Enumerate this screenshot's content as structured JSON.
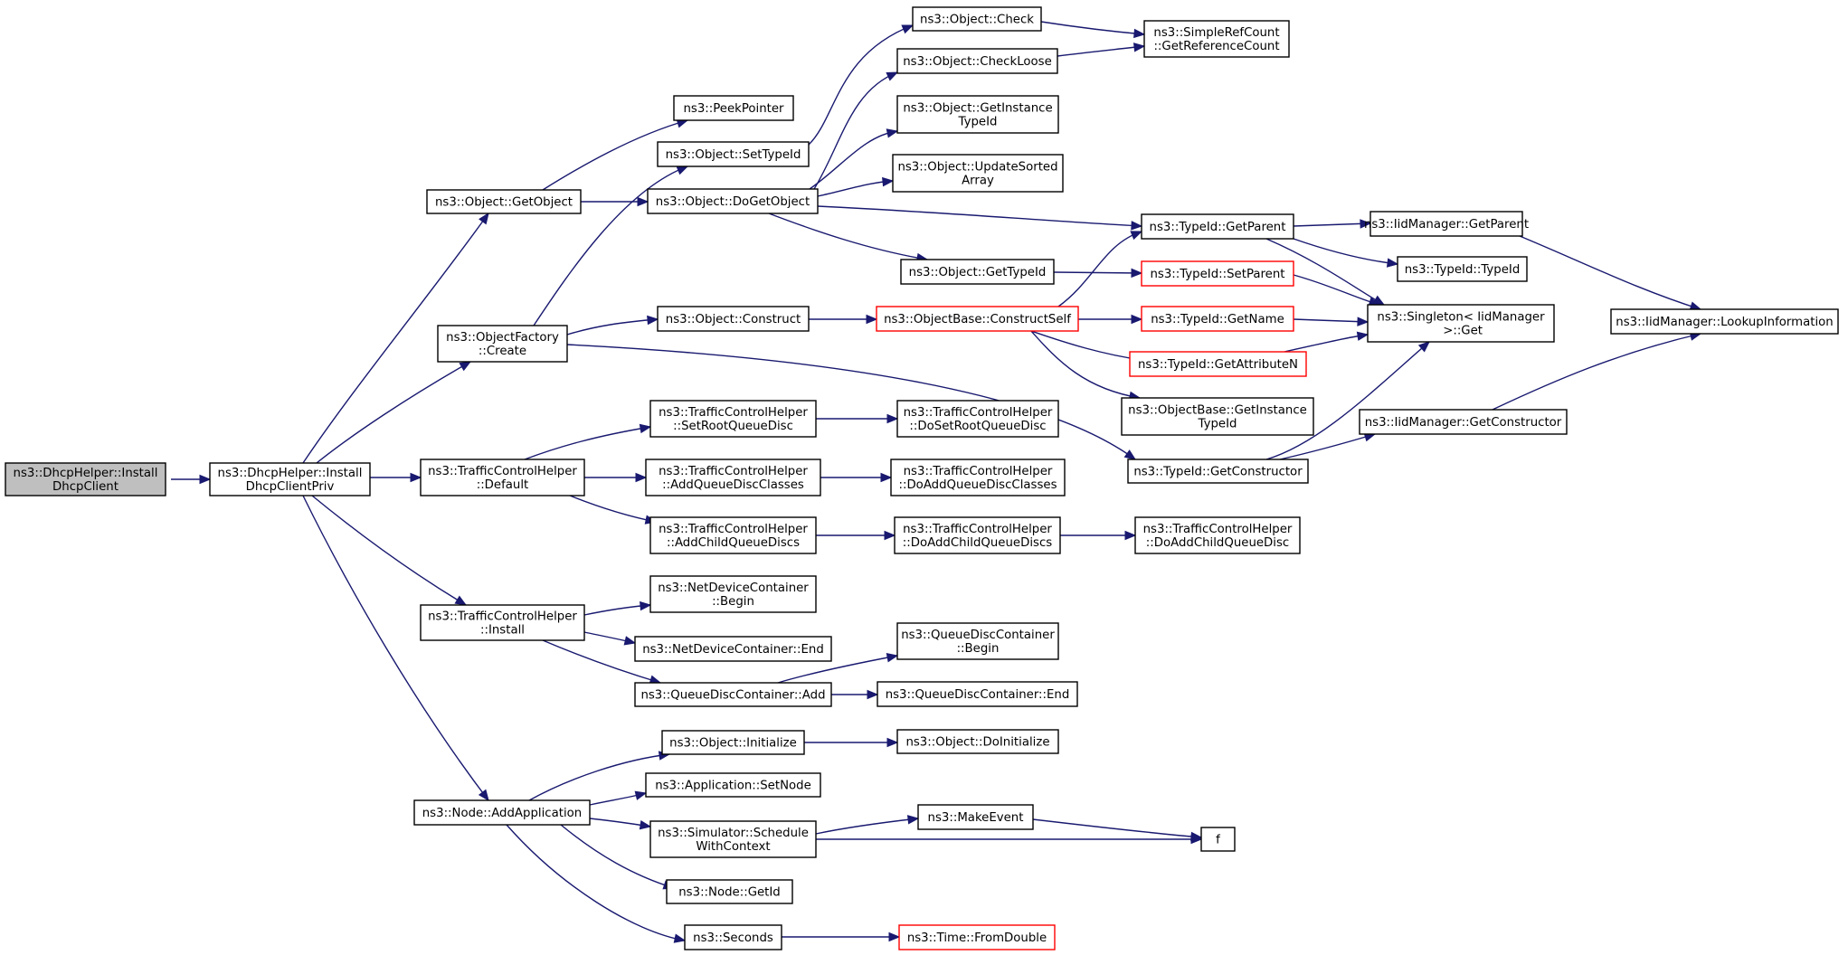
{
  "colors": {
    "edge": "#191970",
    "root_fill": "#bfbfbf",
    "border": "#000000",
    "red_border": "#ff0000"
  },
  "nodes": [
    {
      "id": "n0",
      "lines": [
        "ns3::DhcpHelper::Install",
        "DhcpClient"
      ],
      "style": "root"
    },
    {
      "id": "n1",
      "lines": [
        "ns3::DhcpHelper::Install",
        "DhcpClientPriv"
      ]
    },
    {
      "id": "n2",
      "lines": [
        "ns3::Object::GetObject"
      ]
    },
    {
      "id": "n3",
      "lines": [
        "ns3::ObjectFactory",
        "::Create"
      ]
    },
    {
      "id": "n4",
      "lines": [
        "ns3::TrafficControlHelper",
        "::Default"
      ]
    },
    {
      "id": "n5",
      "lines": [
        "ns3::TrafficControlHelper",
        "::Install"
      ]
    },
    {
      "id": "n6",
      "lines": [
        "ns3::Node::AddApplication"
      ]
    },
    {
      "id": "n7",
      "lines": [
        "ns3::PeekPointer"
      ]
    },
    {
      "id": "n8",
      "lines": [
        "ns3::Object::SetTypeId"
      ]
    },
    {
      "id": "n9",
      "lines": [
        "ns3::Object::DoGetObject"
      ]
    },
    {
      "id": "n10",
      "lines": [
        "ns3::Object::Construct"
      ]
    },
    {
      "id": "n11",
      "lines": [
        "ns3::TrafficControlHelper",
        "::SetRootQueueDisc"
      ]
    },
    {
      "id": "n12",
      "lines": [
        "ns3::TrafficControlHelper",
        "::AddQueueDiscClasses"
      ]
    },
    {
      "id": "n13",
      "lines": [
        "ns3::TrafficControlHelper",
        "::AddChildQueueDiscs"
      ]
    },
    {
      "id": "n14",
      "lines": [
        "ns3::NetDeviceContainer",
        "::Begin"
      ]
    },
    {
      "id": "n15",
      "lines": [
        "ns3::NetDeviceContainer::End"
      ]
    },
    {
      "id": "n16",
      "lines": [
        "ns3::QueueDiscContainer::Add"
      ]
    },
    {
      "id": "n17",
      "lines": [
        "ns3::Object::Initialize"
      ]
    },
    {
      "id": "n18",
      "lines": [
        "ns3::Application::SetNode"
      ]
    },
    {
      "id": "n19",
      "lines": [
        "ns3::Simulator::Schedule",
        "WithContext"
      ]
    },
    {
      "id": "n20",
      "lines": [
        "ns3::Node::GetId"
      ]
    },
    {
      "id": "n21",
      "lines": [
        "ns3::Seconds"
      ]
    },
    {
      "id": "n22",
      "lines": [
        "ns3::Object::Check"
      ]
    },
    {
      "id": "n23",
      "lines": [
        "ns3::Object::CheckLoose"
      ]
    },
    {
      "id": "n24",
      "lines": [
        "ns3::Object::GetInstance",
        "TypeId"
      ]
    },
    {
      "id": "n25",
      "lines": [
        "ns3::Object::UpdateSorted",
        "Array"
      ]
    },
    {
      "id": "n26",
      "lines": [
        "ns3::Object::GetTypeId"
      ]
    },
    {
      "id": "n27",
      "lines": [
        "ns3::ObjectBase::ConstructSelf"
      ],
      "style": "red"
    },
    {
      "id": "n28",
      "lines": [
        "ns3::TrafficControlHelper",
        "::DoSetRootQueueDisc"
      ]
    },
    {
      "id": "n29",
      "lines": [
        "ns3::TrafficControlHelper",
        "::DoAddQueueDiscClasses"
      ]
    },
    {
      "id": "n30",
      "lines": [
        "ns3::TrafficControlHelper",
        "::DoAddChildQueueDiscs"
      ]
    },
    {
      "id": "n31",
      "lines": [
        "ns3::QueueDiscContainer",
        "::Begin"
      ]
    },
    {
      "id": "n32",
      "lines": [
        "ns3::QueueDiscContainer::End"
      ]
    },
    {
      "id": "n33",
      "lines": [
        "ns3::Object::DoInitialize"
      ]
    },
    {
      "id": "n34",
      "lines": [
        "ns3::MakeEvent"
      ]
    },
    {
      "id": "n35",
      "lines": [
        "ns3::Time::FromDouble"
      ],
      "style": "red"
    },
    {
      "id": "n36",
      "lines": [
        "ns3::SimpleRefCount",
        "::GetReferenceCount"
      ]
    },
    {
      "id": "n37",
      "lines": [
        "ns3::TypeId::GetParent"
      ]
    },
    {
      "id": "n38",
      "lines": [
        "ns3::TypeId::SetParent"
      ],
      "style": "red"
    },
    {
      "id": "n39",
      "lines": [
        "ns3::TypeId::GetName"
      ],
      "style": "red"
    },
    {
      "id": "n40",
      "lines": [
        "ns3::TypeId::GetAttributeN"
      ],
      "style": "red"
    },
    {
      "id": "n41",
      "lines": [
        "ns3::ObjectBase::GetInstance",
        "TypeId"
      ]
    },
    {
      "id": "n42",
      "lines": [
        "ns3::TypeId::GetConstructor"
      ]
    },
    {
      "id": "n43",
      "lines": [
        "ns3::TrafficControlHelper",
        "::DoAddChildQueueDisc"
      ]
    },
    {
      "id": "n44",
      "lines": [
        "f"
      ]
    },
    {
      "id": "n45",
      "lines": [
        "ns3::IidManager::GetParent"
      ]
    },
    {
      "id": "n46",
      "lines": [
        "ns3::TypeId::TypeId"
      ]
    },
    {
      "id": "n47",
      "lines": [
        "ns3::Singleton< IidManager",
        " >::Get"
      ]
    },
    {
      "id": "n48",
      "lines": [
        "ns3::IidManager::GetConstructor"
      ]
    },
    {
      "id": "n49",
      "lines": [
        "ns3::IidManager::LookupInformation"
      ]
    }
  ],
  "edges": [
    [
      "n0",
      "n1"
    ],
    [
      "n1",
      "n2"
    ],
    [
      "n1",
      "n3"
    ],
    [
      "n1",
      "n4"
    ],
    [
      "n1",
      "n5"
    ],
    [
      "n1",
      "n6"
    ],
    [
      "n2",
      "n7"
    ],
    [
      "n2",
      "n9"
    ],
    [
      "n3",
      "n8"
    ],
    [
      "n3",
      "n10"
    ],
    [
      "n3",
      "n42"
    ],
    [
      "n8",
      "n22"
    ],
    [
      "n9",
      "n23"
    ],
    [
      "n9",
      "n24"
    ],
    [
      "n9",
      "n25"
    ],
    [
      "n9",
      "n37"
    ],
    [
      "n9",
      "n26"
    ],
    [
      "n22",
      "n36"
    ],
    [
      "n23",
      "n36"
    ],
    [
      "n10",
      "n27"
    ],
    [
      "n26",
      "n38"
    ],
    [
      "n27",
      "n37"
    ],
    [
      "n27",
      "n39"
    ],
    [
      "n27",
      "n40"
    ],
    [
      "n27",
      "n41"
    ],
    [
      "n37",
      "n45"
    ],
    [
      "n37",
      "n46"
    ],
    [
      "n37",
      "n47"
    ],
    [
      "n38",
      "n47"
    ],
    [
      "n39",
      "n47"
    ],
    [
      "n40",
      "n47"
    ],
    [
      "n45",
      "n49"
    ],
    [
      "n42",
      "n47"
    ],
    [
      "n42",
      "n48"
    ],
    [
      "n48",
      "n49"
    ],
    [
      "n4",
      "n11"
    ],
    [
      "n4",
      "n12"
    ],
    [
      "n4",
      "n13"
    ],
    [
      "n11",
      "n28"
    ],
    [
      "n12",
      "n29"
    ],
    [
      "n13",
      "n30"
    ],
    [
      "n30",
      "n43"
    ],
    [
      "n5",
      "n14"
    ],
    [
      "n5",
      "n15"
    ],
    [
      "n5",
      "n16"
    ],
    [
      "n16",
      "n31"
    ],
    [
      "n16",
      "n32"
    ],
    [
      "n6",
      "n17"
    ],
    [
      "n6",
      "n18"
    ],
    [
      "n6",
      "n19"
    ],
    [
      "n6",
      "n20"
    ],
    [
      "n6",
      "n21"
    ],
    [
      "n17",
      "n33"
    ],
    [
      "n19",
      "n34"
    ],
    [
      "n19",
      "n44"
    ],
    [
      "n34",
      "n44"
    ],
    [
      "n21",
      "n35"
    ]
  ]
}
